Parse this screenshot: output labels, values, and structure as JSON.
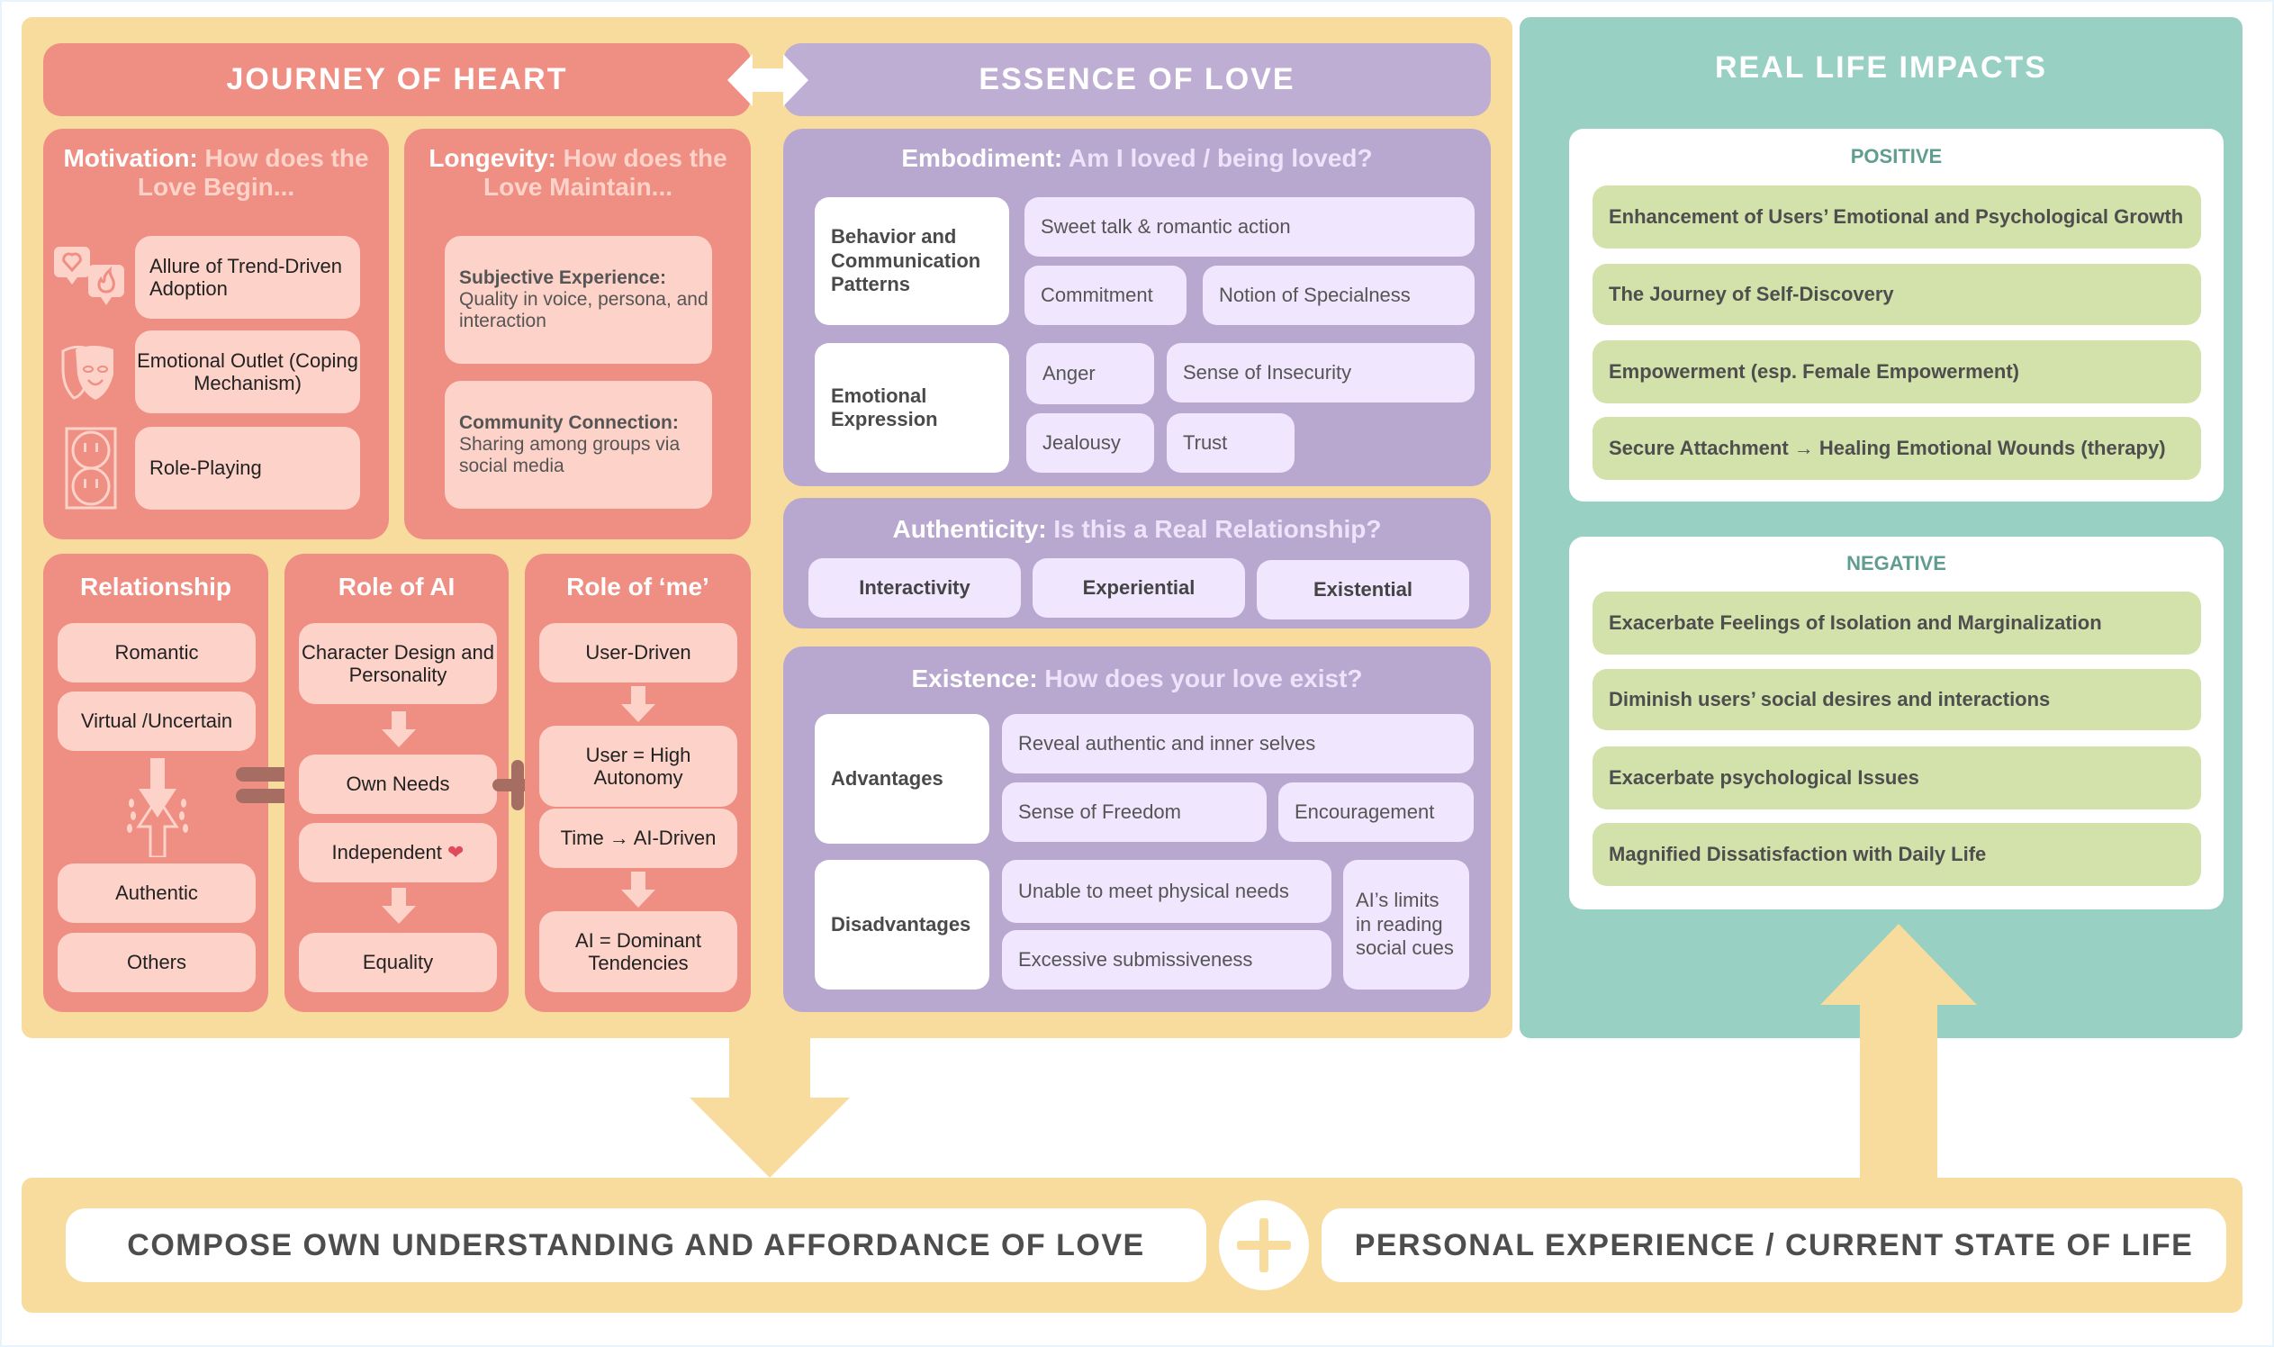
{
  "journey": {
    "title": "JOURNEY OF HEART",
    "motivation": {
      "label": "Motivation:",
      "question": "How does the Love Begin...",
      "items": [
        {
          "icon": "chat-heart-fire-icon",
          "text": "Allure of Trend-Driven Adoption"
        },
        {
          "icon": "theater-masks-icon",
          "text": "Emotional Outlet (Coping Mechanism)"
        },
        {
          "icon": "power-outlet-icon",
          "text": "Role-Playing"
        }
      ]
    },
    "longevity": {
      "label": "Longevity:",
      "question": "How does the Love Maintain...",
      "items": [
        {
          "title": "Subjective Experience:",
          "text": "Quality in voice, persona, and interaction"
        },
        {
          "title": "Community Connection:",
          "text": "Sharing among groups via social media"
        }
      ]
    },
    "relationship": {
      "title": "Relationship",
      "items": [
        "Romantic",
        "Virtual /Uncertain",
        "Authentic",
        "Others"
      ]
    },
    "role_ai": {
      "title": "Role of AI",
      "items": [
        "Character Design and Personality",
        "Own Needs",
        "Independent",
        "Equality"
      ]
    },
    "role_me": {
      "title": "Role of ‘me’",
      "items": [
        "User-Driven",
        "User = High Autonomy",
        "Time → AI-Driven",
        "AI = Dominant Tendencies"
      ]
    }
  },
  "essence": {
    "title": "ESSENCE OF LOVE",
    "embodiment": {
      "label": "Embodiment:",
      "question": "Am I loved / being loved?",
      "groups": [
        {
          "name": "Behavior and Communication Patterns",
          "items": [
            "Sweet talk & romantic action",
            "Commitment",
            "Notion of Specialness"
          ]
        },
        {
          "name": "Emotional Expression",
          "items": [
            "Anger",
            "Sense of Insecurity",
            "Jealousy",
            "Trust"
          ]
        }
      ]
    },
    "authenticity": {
      "label": "Authenticity:",
      "question": "Is this a Real Relationship?",
      "items": [
        "Interactivity",
        "Experiential",
        "Existential"
      ]
    },
    "existence": {
      "label": "Existence:",
      "question": "How does your love exist?",
      "groups": [
        {
          "name": "Advantages",
          "items": [
            "Reveal authentic and inner selves",
            "Sense of Freedom",
            "Encouragement"
          ]
        },
        {
          "name": "Disadvantages",
          "items": [
            "Unable to meet physical needs",
            "Excessive submissiveness",
            "AI’s limits in reading social cues"
          ]
        }
      ]
    }
  },
  "impacts": {
    "title": "REAL LIFE IMPACTS",
    "positive": {
      "label": "POSITIVE",
      "items": [
        "Enhancement of Users’ Emotional and Psychological Growth",
        "The Journey of Self-Discovery",
        "Empowerment (esp. Female Empowerment)",
        "Secure Attachment →  Healing Emotional Wounds (therapy)"
      ]
    },
    "negative": {
      "label": "NEGATIVE",
      "items": [
        "Exacerbate Feelings of Isolation and Marginalization",
        "Diminish users’ social desires and interactions",
        "Exacerbate psychological Issues",
        "Magnified Dissatisfaction with Daily Life"
      ]
    }
  },
  "bottom": {
    "left": "COMPOSE OWN UNDERSTANDING AND AFFORDANCE OF LOVE",
    "right": "PERSONAL EXPERIENCE / CURRENT STATE OF LIFE"
  },
  "colors": {
    "yellow": "#f7dc9e",
    "coral": "#ef8e82",
    "pink": "#fdd2c8",
    "lavender": "#bfaed3",
    "light_lavender": "#f0e6fd",
    "teal": "#98d0c3",
    "green": "#d2e2aa"
  }
}
